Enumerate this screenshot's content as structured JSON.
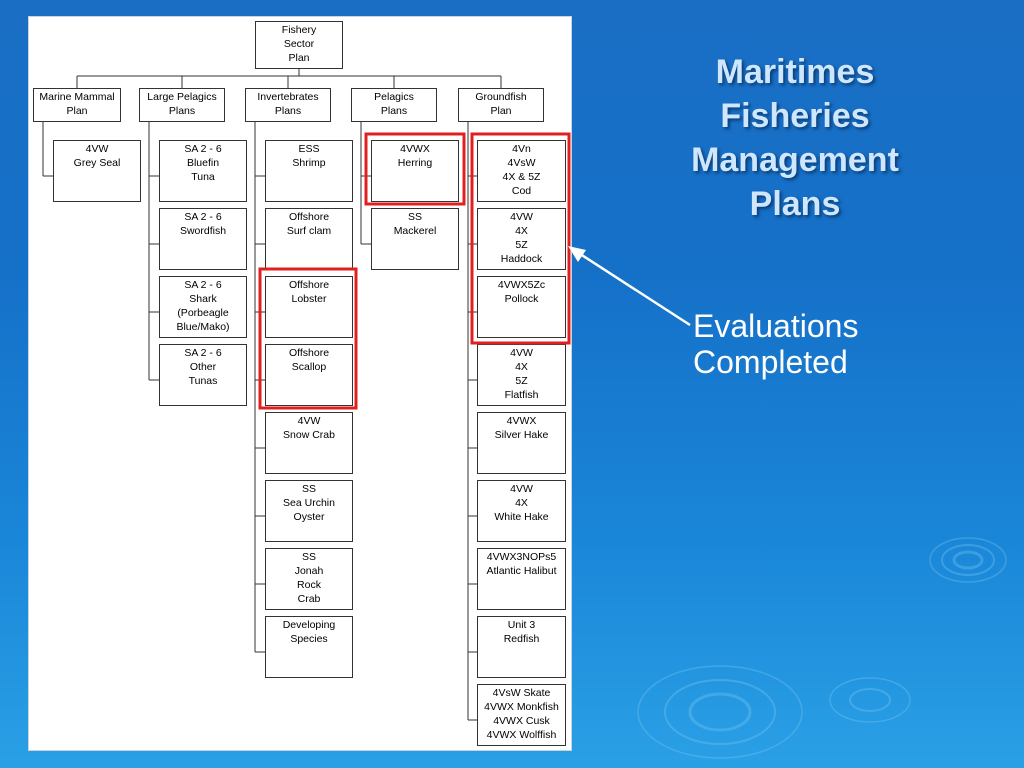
{
  "slide": {
    "title": "Maritimes\nFisheries\nManagement\nPlans",
    "caption": "Evaluations\nCompleted"
  },
  "chart": {
    "root": "Fishery\nSector\nPlan",
    "categories": [
      "Marine Mammal\nPlan",
      "Large Pelagics\nPlans",
      "Invertebrates\nPlans",
      "Pelagics\nPlans",
      "Groundfish\nPlan"
    ],
    "marine_mammal": [
      "4VW\nGrey Seal"
    ],
    "large_pelagics": [
      "SA 2 - 6\nBluefin\nTuna",
      "SA 2 - 6\nSwordfish",
      "SA 2 - 6\nShark\n(Porbeagle\nBlue/Mako)",
      "SA 2 - 6\nOther\nTunas"
    ],
    "invertebrates": [
      "ESS\nShrimp",
      "Offshore\nSurf clam",
      "Offshore\nLobster",
      "Offshore\nScallop",
      "4VW\nSnow Crab",
      "SS\nSea Urchin\nOyster",
      "SS\nJonah\nRock\nCrab",
      "Developing\nSpecies"
    ],
    "pelagics": [
      "4VWX\nHerring",
      "SS\nMackerel"
    ],
    "groundfish": [
      "4Vn\n4VsW\n4X & 5Z\nCod",
      "4VW\n4X\n5Z\nHaddock",
      "4VWX5Zc\nPollock",
      "4VW\n4X\n5Z\nFlatfish",
      "4VWX\nSilver Hake",
      "4VW\n4X\nWhite Hake",
      "4VWX3NOPs5\nAtlantic Halibut",
      "Unit 3\nRedfish",
      "4VsW Skate\n4VWX Monkfish\n4VWX Cusk\n4VWX Wolffish"
    ]
  },
  "colors": {
    "highlight": "#e02020",
    "arrow": "#ffffff",
    "title": "#cfe6ff"
  }
}
